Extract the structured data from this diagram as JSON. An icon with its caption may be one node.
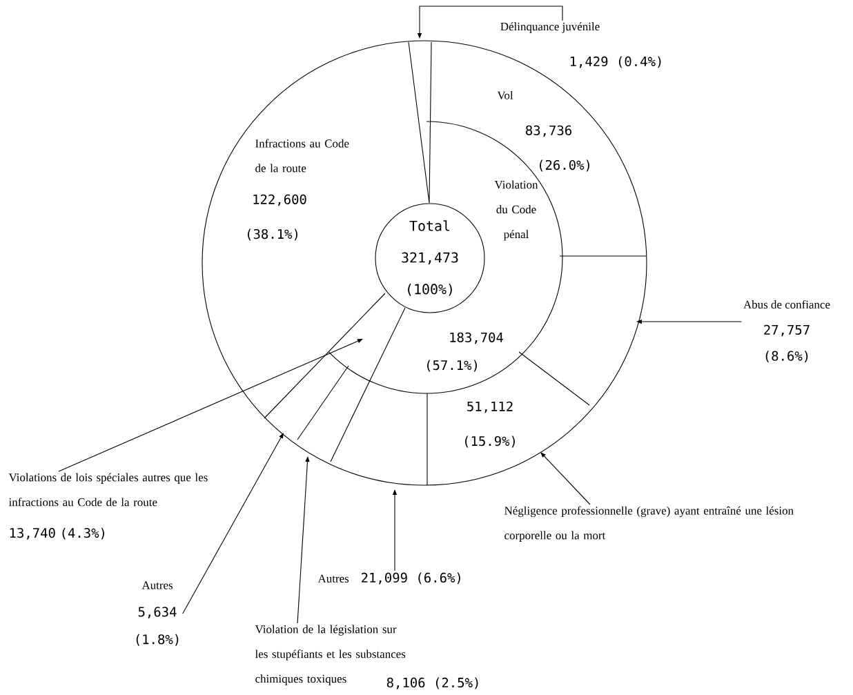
{
  "diagram": {
    "nodes": [
      {
        "text": [
          "Total",
          "321,473",
          "(100%)"
        ]
      },
      {
        "text": [
          "Délinquance juvénile"
        ],
        "beside": [
          "1,429 (0.4%)"
        ]
      },
      {
        "text": [
          "Abus de confiance",
          "27,757",
          "(8.6%)"
        ]
      },
      {
        "text": [
          "Négligence professionnelle (grave) ayant entraîné une lésion corporelle ou la mort"
        ]
      },
      {
        "text": [
          "Autres",
          "21,099 (6.6%)"
        ]
      },
      {
        "text": [
          "Violation de la législation sur les stupéfiants et les substances chimiques toxiques"
        ],
        "beside": [
          "8,106 (2.5%)"
        ]
      },
      {
        "text": [
          "Autres",
          "5,634",
          "(1.8%)"
        ]
      },
      {
        "text": [
          "Violations de lois spéciales autres que les infractions au Code de la route",
          "13,740 (4.3%)"
        ]
      }
    ],
    "edges": [
      {
        "from": 1,
        "to": null,
        "arrow": "to"
      },
      {
        "from": 2,
        "to": null,
        "arrow": "to"
      },
      {
        "from": 3,
        "to": null,
        "arrow": "to"
      },
      {
        "from": 4,
        "to": null,
        "arrow": "to"
      },
      {
        "from": 5,
        "to": null,
        "arrow": "to"
      },
      {
        "from": 6,
        "to": null,
        "arrow": "to"
      },
      {
        "from": 7,
        "to": null,
        "arrow": "to"
      }
    ],
    "labels": [
      "Vol",
      "83,736",
      "Infractions au Code de la route",
      "(26.0%)",
      "122,600",
      "(38.1%)",
      "Violation du Code pénal",
      "183,704",
      "(57.1%)",
      "51,112",
      "(15.9%)"
    ]
  }
}
